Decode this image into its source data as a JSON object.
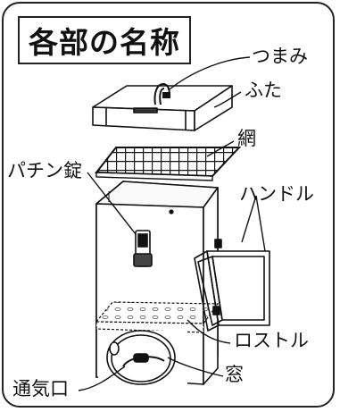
{
  "title": "各部の名称",
  "labels": {
    "knob": "つまみ",
    "lid": "ふた",
    "net": "網",
    "latch": "パチン錠",
    "handle": "ハンドル",
    "grate": "ロストル",
    "vent": "通気口",
    "window": "窓"
  }
}
